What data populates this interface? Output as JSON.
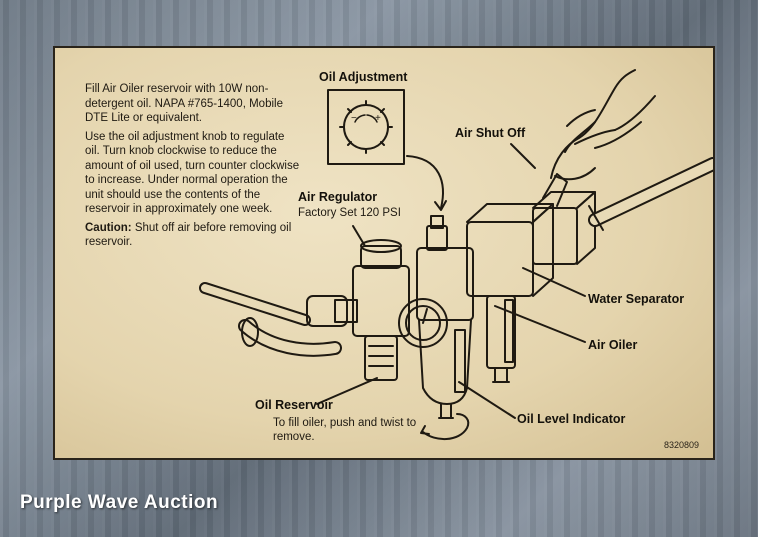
{
  "instructions": {
    "paragraph1": "Fill Air Oiler reservoir with 10W non-detergent oil. NAPA #765-1400, Mobile DTE Lite or equivalent.",
    "paragraph2": "Use the oil adjustment knob to regulate oil. Turn knob clockwise to reduce the amount of oil used, turn counter clockwise to increase. Under normal operation the unit should use the contents of the reservoir in approximately one week.",
    "caution_label": "Caution:",
    "caution_text": "Shut off air before removing oil reservoir."
  },
  "callouts": {
    "oil_adjustment": "Oil Adjustment",
    "air_shut_off": "Air Shut Off",
    "air_regulator": "Air Regulator",
    "factory_set": "Factory Set 120 PSI",
    "water_separator": "Water Separator",
    "air_oiler": "Air Oiler",
    "oil_reservoir": "Oil Reservoir",
    "oil_reservoir_note": "To fill oiler, push and twist to remove.",
    "oil_level_indicator": "Oil Level Indicator"
  },
  "part_number": "8320809",
  "watermark": "Purple Wave Auction",
  "icons": [
    "oil-adjustment-knob-icon",
    "hand-icon",
    "rotate-arrow-icon"
  ],
  "colors": {
    "label_bg": "#e8dab6",
    "ink": "#1f1a12",
    "backdrop": "#7a8591"
  }
}
